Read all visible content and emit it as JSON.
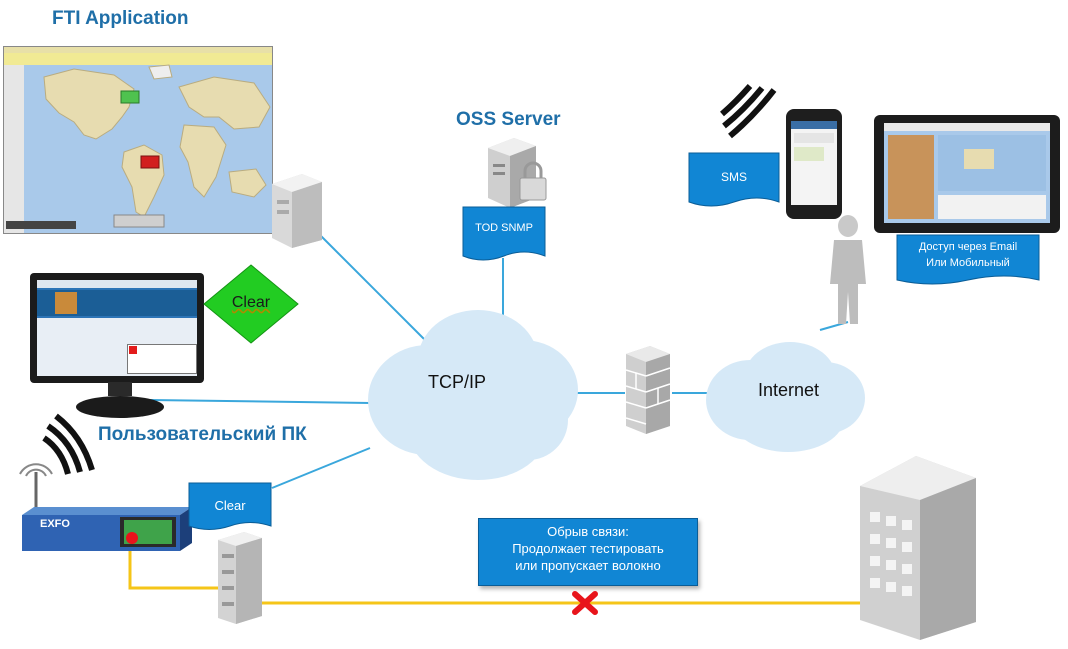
{
  "labels": {
    "fti_application": "FTI Application",
    "oss_server": "OSS Server",
    "user_pc": "Пользовательский ПК",
    "tcpip": "TCP/IP",
    "internet": "Internet"
  },
  "flags": {
    "tod_snmp": "TOD SNMP",
    "sms": "SMS",
    "access_line1": "Доступ через  Email",
    "access_line2": "Или Мобильный",
    "clear_flag": "Clear"
  },
  "diamond": {
    "label": "Clear"
  },
  "fault_box": {
    "line1": "Обрыв связи:",
    "line2": "Продолжает тестировать",
    "line3": "или пропускает волокно"
  },
  "device": {
    "brand": "EXFO"
  },
  "colors": {
    "title_blue": "#1f6fa8",
    "flag_blue": "#1186d4",
    "fiber": "#f5c518",
    "fault_x": "#e8141b",
    "link": "#3aa7dc",
    "diamond": "#22cc22"
  }
}
